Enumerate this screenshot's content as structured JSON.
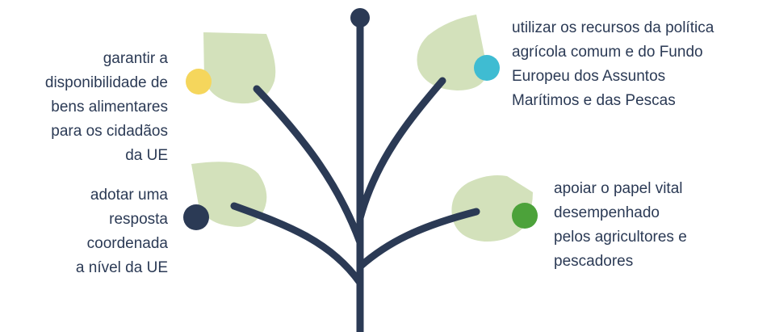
{
  "labels": {
    "top_left": "garantir a\ndisponibilidade de\nbens alimentares\npara os cidadãos\nda UE",
    "bottom_left": "adotar uma\nresposta\ncoordenada\na nível da UE",
    "top_right": "utilizar os recursos da política\nagrícola comum e do Fundo\nEuropeu dos Assuntos\nMarítimos e das Pescas",
    "bottom_right": "apoiar o papel vital\ndesempenhado\npelos agricultores e\npescadores"
  },
  "colors": {
    "trunk": "#2b3a55",
    "leaf": "#d3e1bb",
    "dot_top_left": "#f5d65c",
    "dot_bottom_left": "#2b3a55",
    "dot_top_right": "#3fbcd2",
    "dot_bottom_right": "#4ca23a",
    "text": "#2b3a55"
  }
}
